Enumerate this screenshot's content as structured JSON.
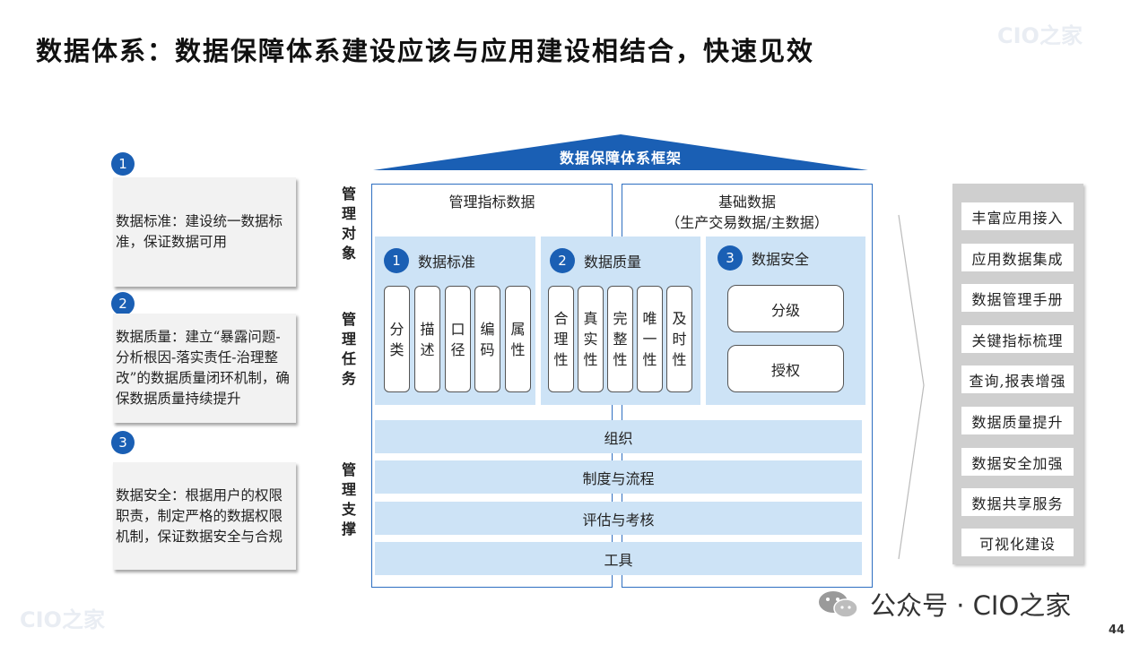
{
  "header": {
    "title": "数据体系：数据保障体系建设应该与应用建设相结合，快速见效",
    "watermark": "CIO之家"
  },
  "notes": [
    {
      "num": "1",
      "text": "数据标准：建设统一数据标准，保证数据可用"
    },
    {
      "num": "2",
      "text": "数据质量：建立“暴露问题-分析根因-落实责任-治理整改”的数据质量闭环机制，确保数据质量持续提升"
    },
    {
      "num": "3",
      "text": "数据安全：根据用户的权限职责，制定严格的数据权限机制，保证数据安全与合规"
    }
  ],
  "side_labels": {
    "object": "管理对象",
    "task": "管理任务",
    "support": "管理支撑"
  },
  "framework": {
    "title": "数据保障体系框架",
    "left_title": "管理指标数据",
    "right_title": "基础数据",
    "right_subtitle": "（生产交易数据/主数据）",
    "areas": [
      {
        "num": "1",
        "label": "数据标准",
        "items": [
          "分类",
          "描述",
          "口径",
          "编码",
          "属性"
        ]
      },
      {
        "num": "2",
        "label": "数据质量",
        "items": [
          "合理性",
          "真实性",
          "完整性",
          "唯一性",
          "及时性"
        ]
      },
      {
        "num": "3",
        "label": "数据安全",
        "items": [
          "分级",
          "授权"
        ]
      }
    ],
    "support_bars": [
      "组织",
      "制度与流程",
      "评估与考核",
      "工具"
    ]
  },
  "applications": [
    "丰富应用接入",
    "应用数据集成",
    "数据管理手册",
    "关键指标梳理",
    "查询,报表增强",
    "数据质量提升",
    "数据安全加强",
    "数据共享服务",
    "可视化建设"
  ],
  "footer": {
    "wechat": "公众号 · CIO之家",
    "page": "44"
  },
  "colors": {
    "accent": "#1a5fb4",
    "area_fill": "#cde3f6",
    "note_bg": "#f2f2f2",
    "right_bg": "#cfcfcf"
  }
}
